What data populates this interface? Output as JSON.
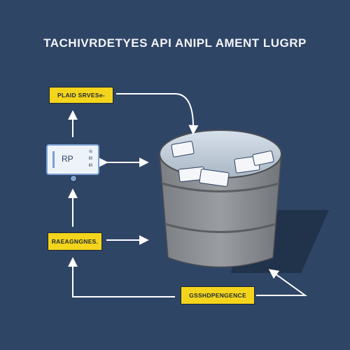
{
  "title": "TACHIVRDETYES API ANIPL AMENT LUGRP",
  "nodes": {
    "services_label": "PLAID SRVESe-",
    "api_card_label": "RP",
    "api_card_marks": [
      "lo",
      "llll",
      "llll"
    ],
    "reagnes_label": "RAEAGNGNES.",
    "gss_label": "GSSHDPENGENCE"
  },
  "colors": {
    "background": "#2f4566",
    "label_fill": "#f4d51c",
    "arrow": "#ffffff",
    "bucket": "#8a8d92"
  }
}
